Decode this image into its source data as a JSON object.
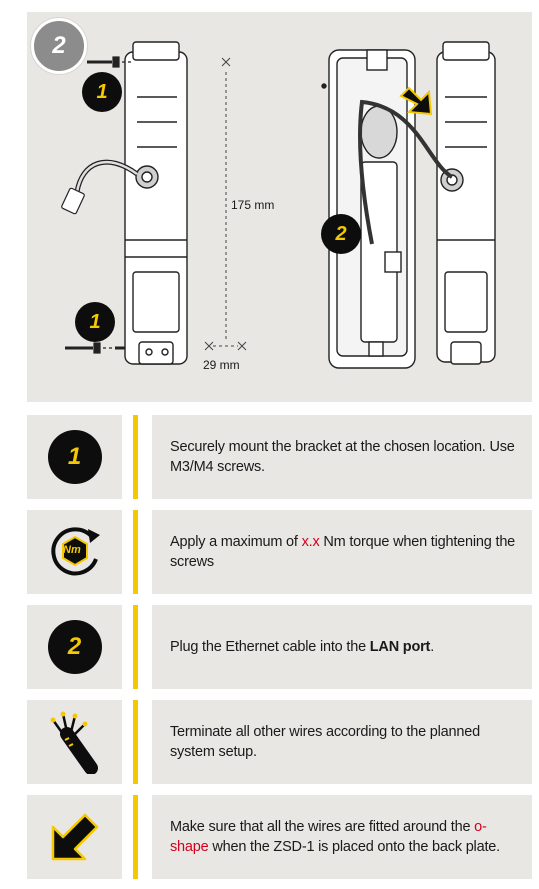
{
  "step_badge": "2",
  "illustration": {
    "callouts": [
      "1",
      "1",
      "2"
    ],
    "dim_vertical": "175 mm",
    "dim_horizontal": "29 mm"
  },
  "instructions": [
    {
      "icon": "number-1-icon",
      "number": "1",
      "text_parts": [
        "Securely mount the bracket at the chosen location. Use M3/M4 screws."
      ]
    },
    {
      "icon": "torque-nm-icon",
      "icon_label": "Nm",
      "before": "Apply a maximum of ",
      "highlight": "x.x",
      "after": " Nm torque when tightening the screws"
    },
    {
      "icon": "number-2-icon",
      "number": "2",
      "before": "Plug the Ethernet cable into the ",
      "bold": "LAN port",
      "after": "."
    },
    {
      "icon": "wires-icon",
      "text": "Terminate all other wires according to the planned system setup."
    },
    {
      "icon": "arrow-down-left-icon",
      "before": "Make sure that all the wires  are fitted around the ",
      "highlight": "o-shape",
      "after": " when the ZSD-1 is placed onto the back plate."
    }
  ],
  "colors": {
    "accent": "#f5c800",
    "panel": "#e9e7e4",
    "highlight": "#d0021b"
  }
}
